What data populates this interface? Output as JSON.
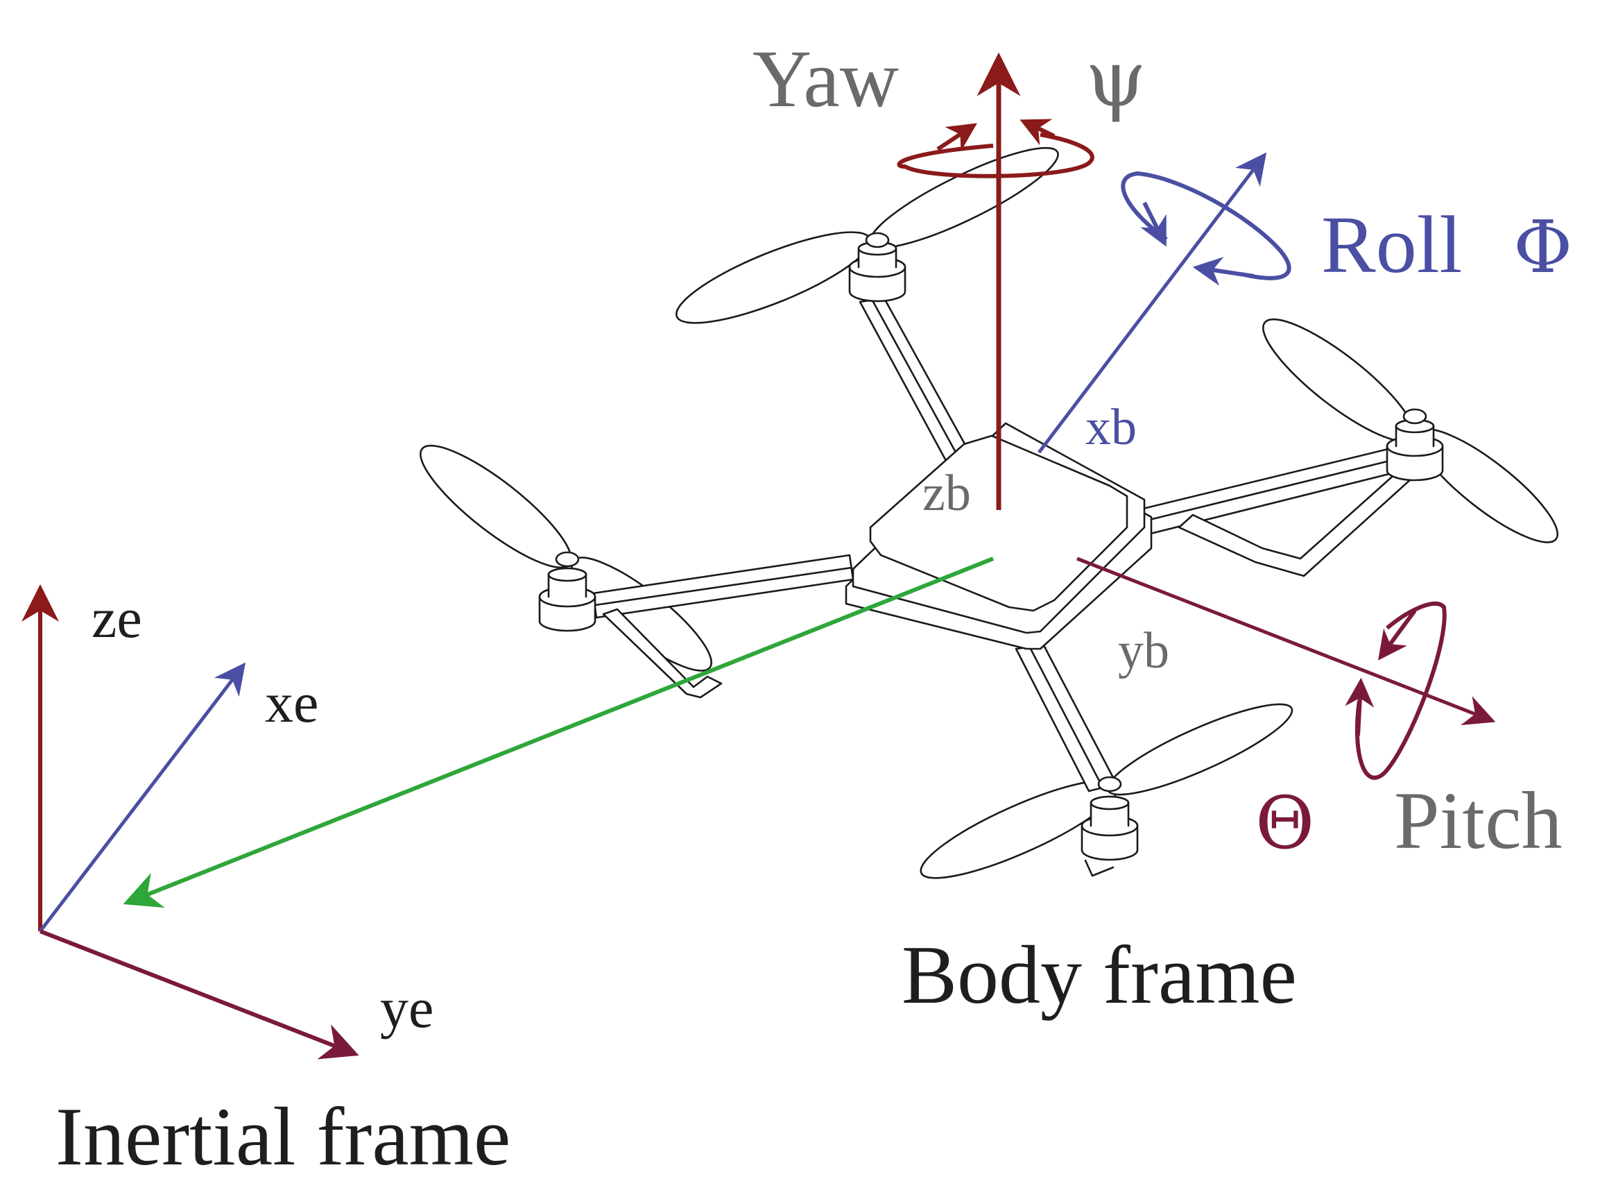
{
  "labels": {
    "yaw": "Yaw",
    "psi": "ψ",
    "roll": "Roll",
    "phi": "Φ",
    "pitch": "Pitch",
    "theta": "Θ",
    "xb": "xb",
    "yb": "yb",
    "zb": "zb",
    "ze": "ze",
    "xe": "xe",
    "ye": "ye",
    "body_frame": "Body frame",
    "inertial_frame": "Inertial frame"
  },
  "colors": {
    "yaw_axis": "#8b1a1a",
    "roll_axis": "#4a4fa3",
    "pitch_axis": "#7a1a3a",
    "position_vector": "#2ea63a",
    "gray_text": "#6a6a6a",
    "dark_text": "#1e1e1e",
    "drone_outline": "#1a1a1a"
  }
}
